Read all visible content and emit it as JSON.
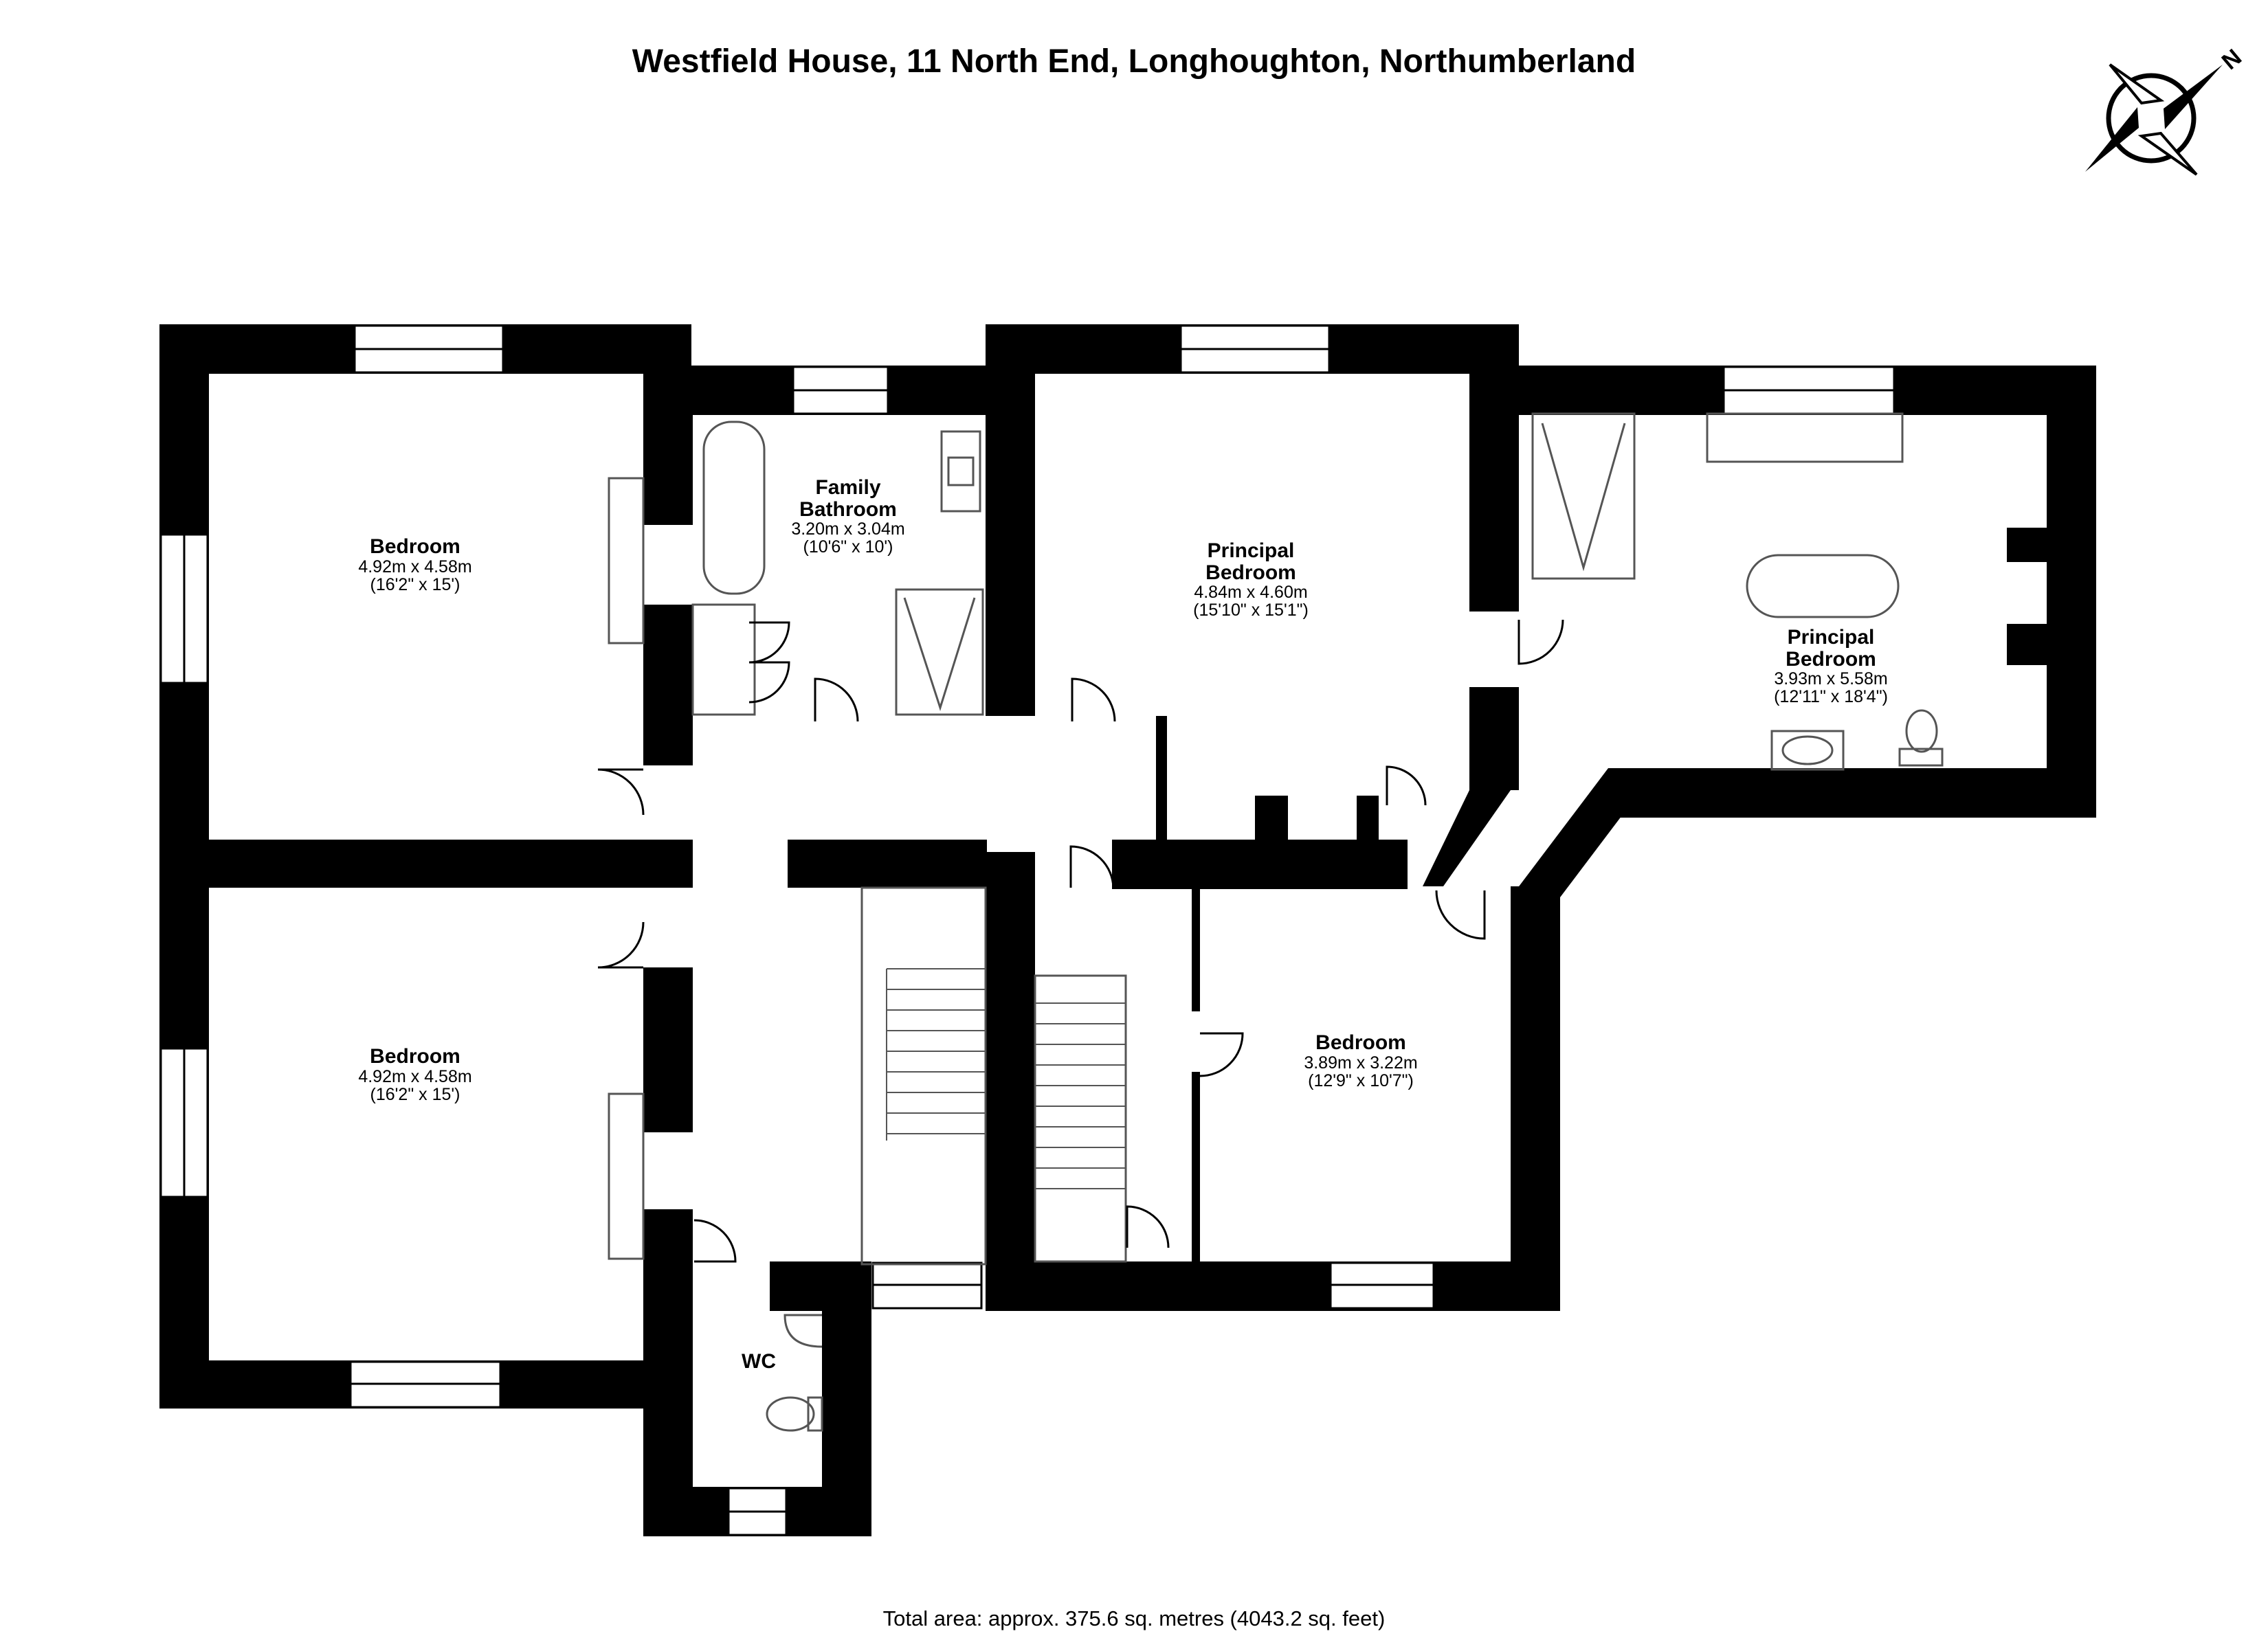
{
  "title": "Westfield House, 11 North End, Longhoughton, Northumberland",
  "compass": {
    "north_label": "N",
    "icon": "compass-rose-icon"
  },
  "rooms": [
    {
      "name": "Bedroom",
      "metric": "4.92m x 4.58m",
      "imperial": "(16'2\" x 15')"
    },
    {
      "name": "Family Bathroom",
      "metric": "3.20m x 3.04m",
      "imperial": "(10'6\" x 10')"
    },
    {
      "name": "Principal Bedroom",
      "metric": "4.84m x 4.60m",
      "imperial": "(15'10\" x 15'1\")"
    },
    {
      "name": "Principal Bedroom",
      "metric": "3.93m x 5.58m",
      "imperial": "(12'11\" x 18'4\")"
    },
    {
      "name": "Bedroom",
      "metric": "4.92m x 4.58m",
      "imperial": "(16'2\" x 15')"
    },
    {
      "name": "Bedroom",
      "metric": "3.89m x 3.22m",
      "imperial": "(12'9\" x 10'7\")"
    },
    {
      "name": "WC",
      "metric": "",
      "imperial": ""
    }
  ],
  "footer": "Total area: approx. 375.6 sq. metres (4043.2 sq. feet)",
  "colors": {
    "wall": "#000000",
    "fixture": "#555555",
    "background": "#ffffff"
  }
}
